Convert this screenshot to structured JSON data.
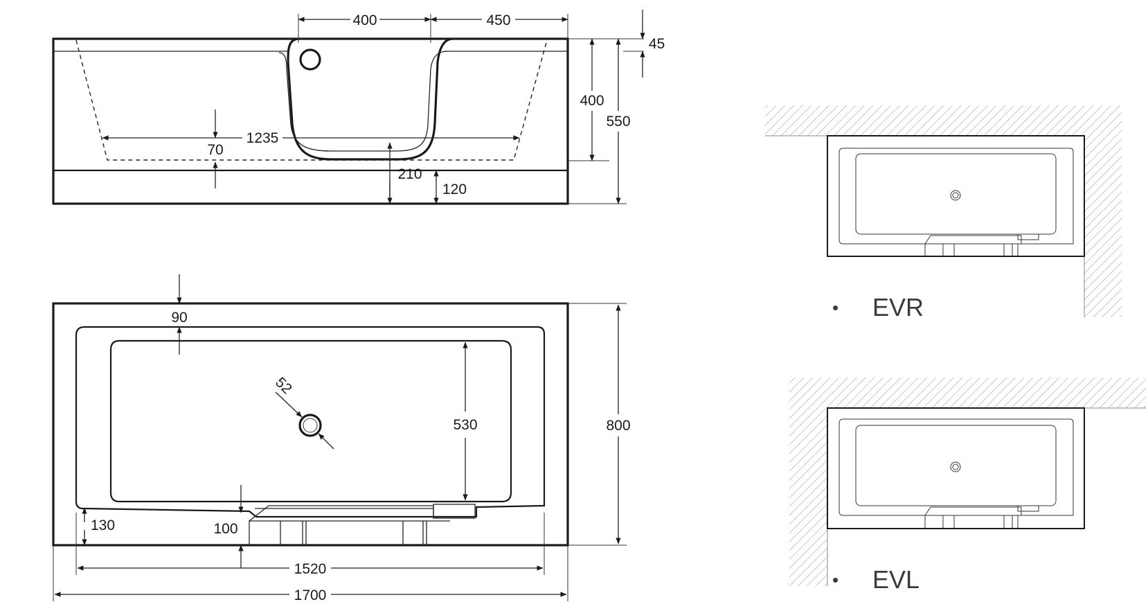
{
  "side_view": {
    "dim_400_top": "400",
    "dim_450_top": "450",
    "dim_45": "45",
    "dim_400_height": "400",
    "dim_550": "550",
    "dim_1235": "1235",
    "dim_70": "70",
    "dim_210": "210",
    "dim_120": "120"
  },
  "top_view": {
    "dim_90": "90",
    "dim_52": "52",
    "dim_530": "530",
    "dim_800": "800",
    "dim_130": "130",
    "dim_100": "100",
    "dim_1520": "1520",
    "dim_1700": "1700"
  },
  "variants": [
    {
      "bullet": "•",
      "label": "EVR"
    },
    {
      "bullet": "•",
      "label": "EVL"
    }
  ],
  "colors": {
    "line": "#1a1a1a",
    "hatch": "#9a9a9a",
    "label": "#3a3a3a"
  }
}
